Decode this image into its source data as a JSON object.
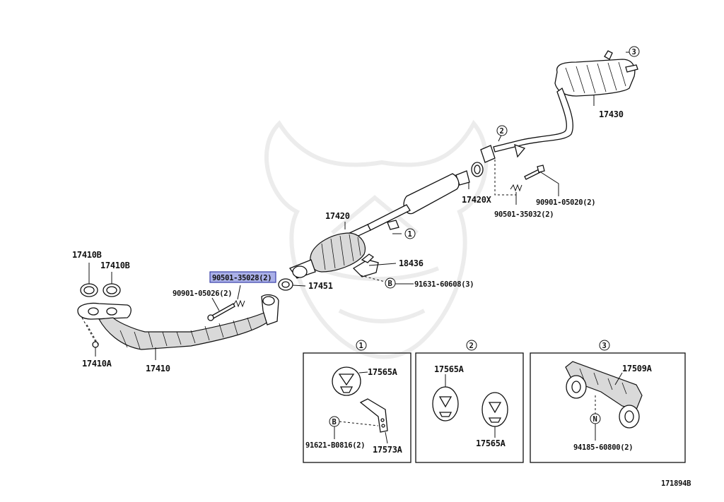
{
  "labels": {
    "p17430": "17430",
    "p17420": "17420",
    "p17420x": "17420X",
    "p17410b_left": "17410B",
    "p17410b_right": "17410B",
    "p17410a": "17410A",
    "p17410": "17410",
    "p18436": "18436",
    "p17451": "17451",
    "p90501_35028": "90501-35028(2)",
    "p90901_05026": "90901-05026(2)",
    "p90901_05020": "90901-05020(2)",
    "p90501_35032": "90501-35032(2)",
    "p91631_60608": "91631-60608(3)",
    "drawing_number": "171894B"
  },
  "callouts": {
    "ref1": "1",
    "ref2": "2",
    "ref3": "3",
    "refB": "B"
  },
  "inset1": {
    "ref": "1",
    "p17565a": "17565A",
    "p17573a": "17573A",
    "p91621": "91621-B0816(2)",
    "refB": "B"
  },
  "inset2": {
    "ref": "2",
    "p17565a_top": "17565A",
    "p17565a_bottom": "17565A"
  },
  "inset3": {
    "ref": "3",
    "p17509a": "17509A",
    "p94185": "94185-60800(2)",
    "refN": "N"
  },
  "highlight": {
    "selected_part": "90501-35028(2)",
    "color": "#aab0e8"
  }
}
